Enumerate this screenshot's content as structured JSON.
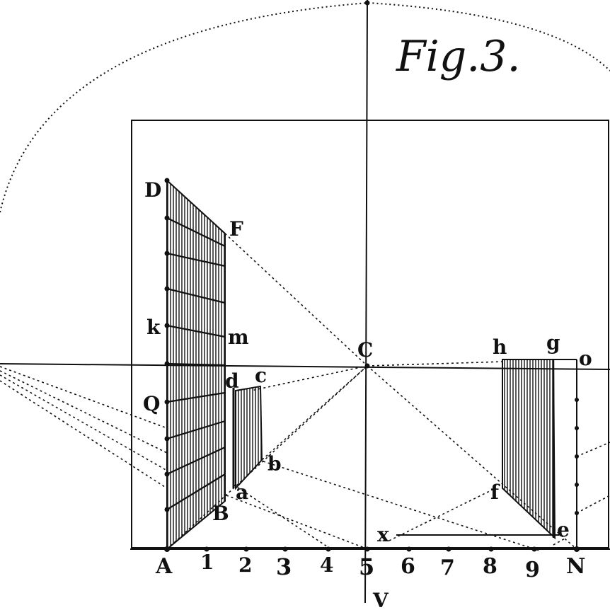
{
  "figure": {
    "title": "Fig.3."
  },
  "labels": {
    "D": "D",
    "F": "F",
    "k": "k",
    "m": "m",
    "Q": "Q",
    "d": "d",
    "c": "c",
    "C": "C",
    "h": "h",
    "g": "g",
    "o": "o",
    "a": "a",
    "b": "b",
    "B": "B",
    "f": "f",
    "e": "e",
    "x": "x",
    "V": "V"
  },
  "ground_line_labels": [
    "A",
    "1",
    "2",
    "3",
    "4",
    "5",
    "6",
    "7",
    "8",
    "9",
    "N"
  ],
  "colors": {
    "ink": "#111111",
    "paper": "#ffffff"
  }
}
